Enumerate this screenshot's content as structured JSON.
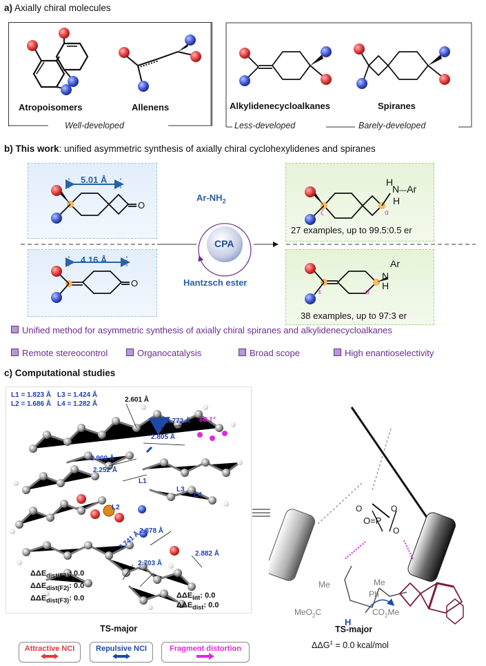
{
  "section_a": {
    "title_prefix": "a)",
    "title_text": "Axially chiral molecules",
    "atropisomers": "Atropoisomers",
    "allenes": "Allenens",
    "well_developed": "Well-developed",
    "alkylidene": "Alkylidenecycloalkanes",
    "spiranes": "Spiranes",
    "less_developed": "Less-developed",
    "barely_developed": "Barely-developed"
  },
  "section_b": {
    "title_prefix": "b) This work",
    "title_text": ":  unified asymmetric synthesis of axially chiral cyclohexylidenes and spiranes",
    "dist_top": "5.01 Å",
    "dist_bottom": "4.16 Å",
    "amine": "Ar-NH",
    "amine_sub": "2",
    "cpa": "CPA",
    "hantzsch": "Hantzsch ester",
    "top_examples": "27 examples, up to 99.5:0.5 er",
    "bottom_examples": "38 examples, up to 97:3 er",
    "ketone_o": "O",
    "h": "H",
    "n": "N",
    "ar": "Ar",
    "zeta": "ζ",
    "alpha": "α",
    "epsilon": "ε",
    "unified": "Unified method for asymmetric synthesis of axially chiral spiranes and alkylidenecycloalkanes",
    "features": [
      "Remote stereocontrol",
      "Organocatalysis",
      "Broad scope",
      "High enantioselectivity"
    ]
  },
  "section_c": {
    "title_prefix": "c) Computational studies",
    "bond_L1": "L1 = 1.823 Å",
    "bond_L2": "L2 = 1.686 Å",
    "bond_L3": "L3 = 1.424 Å",
    "bond_L4": "L4 = 1.282 Å",
    "distances": [
      "2.601 Å",
      "2.772 Å",
      "2.805 Å",
      "2.900 Å",
      "2.252 Å",
      "2.878 Å",
      "2.741 Å",
      "2.703 Å",
      "2.882 Å"
    ],
    "angle": "60.1°",
    "lbl_L1": "L1",
    "lbl_L2": "L2",
    "lbl_L3": "L3",
    "lbl_L4": "L4",
    "dist_f1": "ΔΔE",
    "dist_f1_sub": "dist(F1)",
    "dist_f2_sub": "dist(F2)",
    "dist_f3_sub": "dist(F3)",
    "int_sub": "int",
    "dist_sub": "dist",
    "zero": ": 0.0",
    "ts_major_left": "TS-major",
    "ts_major_right": "TS-major",
    "ddg": "ΔΔG",
    "ddg_rest": " = 0.0 kcal/mol",
    "legend_attr": "Attractive NCI",
    "legend_rep": "Repulsive NCI",
    "legend_frag": "Fragment distortion",
    "me": "Me",
    "meo2c": "MeO",
    "co2me": "CO",
    "ph": "Ph",
    "p": "P",
    "o": "O"
  },
  "colors": {
    "atom_red": "#e23b3b",
    "atom_blue": "#3d57d6",
    "arrow_blue": "#2a62a8",
    "purple": "#6a2c8f",
    "maroon": "#7b1f3c",
    "magenta": "#e02ae0"
  }
}
